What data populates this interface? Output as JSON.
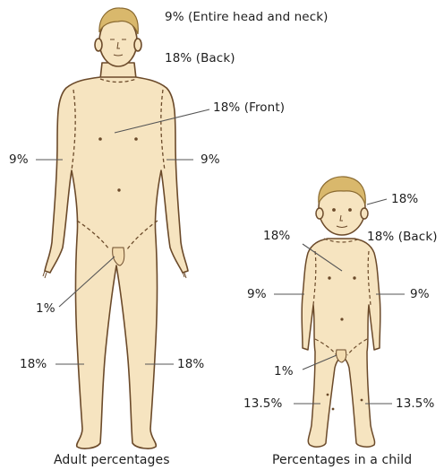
{
  "adult": {
    "head": "9% (Entire head and neck)",
    "back": "18% (Back)",
    "front": "18% (Front)",
    "arm_left": "9%",
    "arm_right": "9%",
    "groin": "1%",
    "leg_left": "18%",
    "leg_right": "18%",
    "caption": "Adult percentages"
  },
  "child": {
    "head": "18%",
    "front": "18%",
    "back": "18% (Back)",
    "arm_left": "9%",
    "arm_right": "9%",
    "groin": "1%",
    "leg_left": "13.5%",
    "leg_right": "13.5%",
    "caption": "Percentages in a child"
  },
  "colors": {
    "skin": "#f6e4c0",
    "outline": "#6b4a2a",
    "hair": "#d9b86c",
    "leader_line": "#555555"
  }
}
